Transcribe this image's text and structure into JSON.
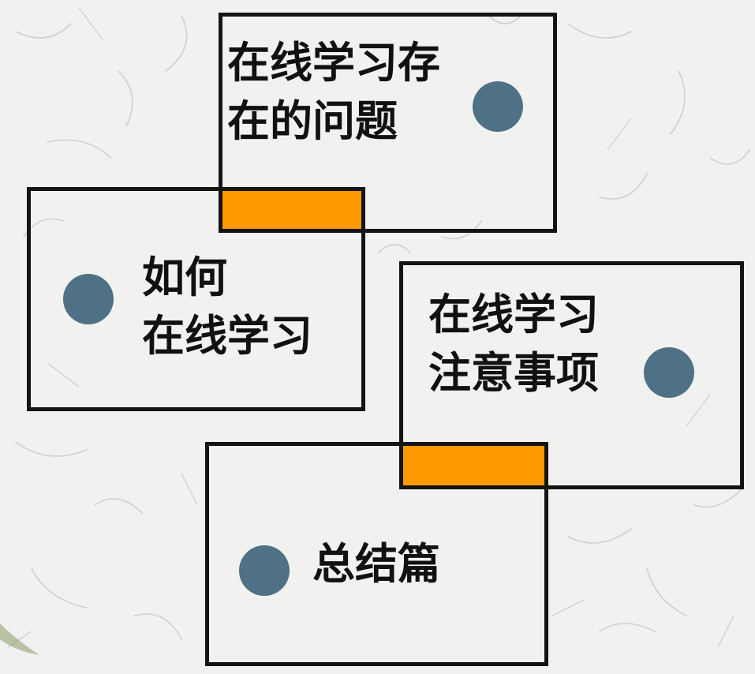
{
  "colors": {
    "background": "#f1f1f0",
    "border": "#141414",
    "dot": "#4e7185",
    "highlight": "#ff9900"
  },
  "cards": [
    {
      "id": "issues",
      "line1": "在线学习存",
      "line2": "在的问题"
    },
    {
      "id": "how",
      "line1": "如何",
      "line2": "在线学习"
    },
    {
      "id": "notes",
      "line1": "在线学习",
      "line2": "注意事项"
    },
    {
      "id": "summary",
      "line1": "总结篇"
    }
  ]
}
